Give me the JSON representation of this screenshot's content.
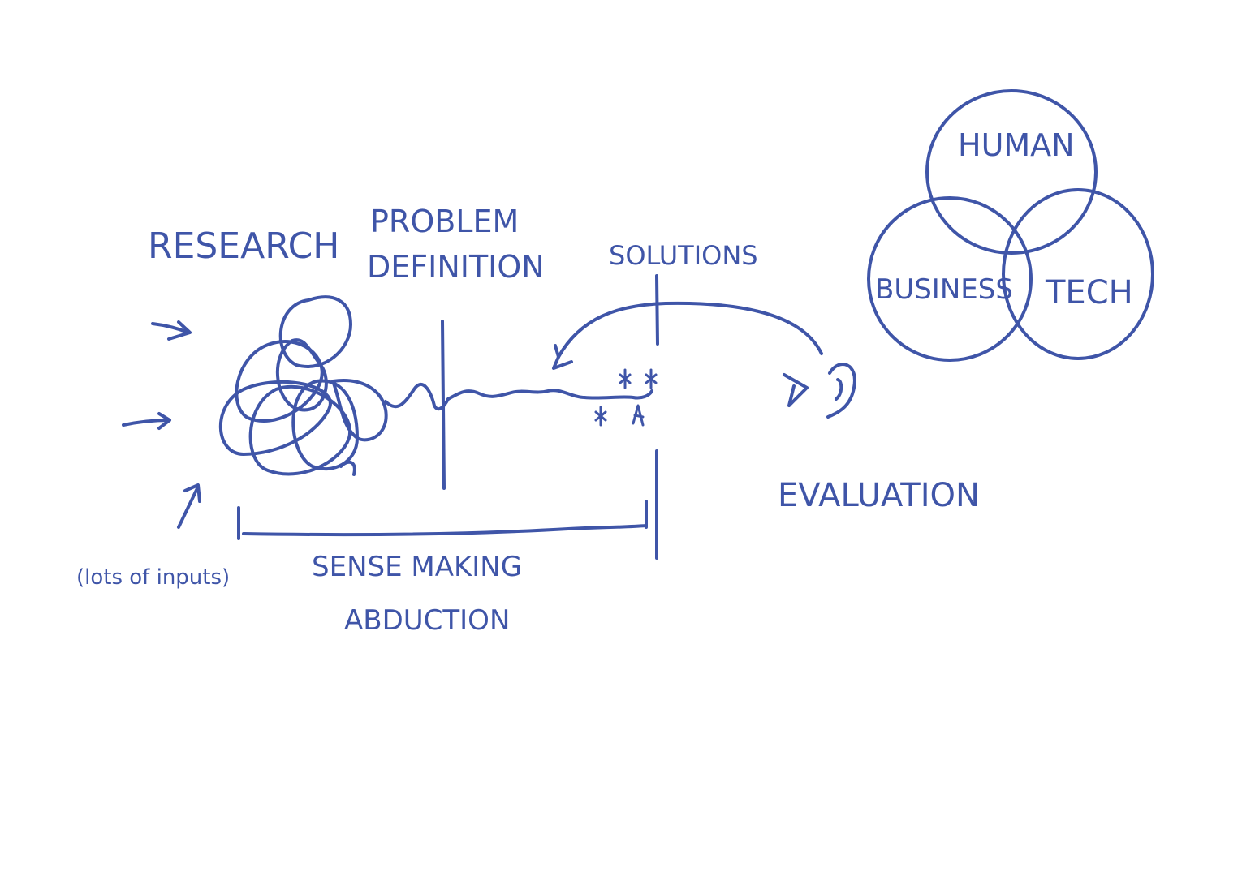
{
  "ink_color": "#3f55a8",
  "labels": {
    "research": "RESEARCH",
    "problem_line1": "PROBLEM",
    "problem_line2": "DEFINITION",
    "solutions": "SOLUTIONS",
    "evaluation": "EVALUATION",
    "sense_making": "SENSE MAKING",
    "abduction": "ABDUCTION",
    "inputs_note": "(lots of inputs)"
  },
  "venn": {
    "human": "HUMAN",
    "business": "BUSINESS",
    "tech": "TECH"
  },
  "icons": [
    "arrow-icon",
    "eye-icon",
    "ear-icon",
    "squiggle-scribble-icon",
    "star-marks-icon"
  ]
}
